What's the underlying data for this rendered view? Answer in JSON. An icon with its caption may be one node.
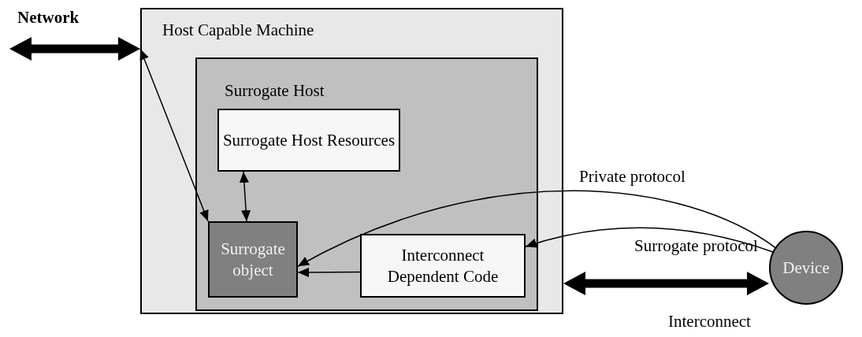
{
  "diagram": {
    "nodes": [
      {
        "text": [
          "Host Capable Machine"
        ]
      },
      {
        "text": [
          "Surrogate Host"
        ],
        "in": 0
      },
      {
        "text": [
          "Surrogate Host Resources"
        ],
        "in": 1
      },
      {
        "text": [
          "Surrogate object"
        ],
        "in": 1
      },
      {
        "text": [
          "Interconnect Dependent Code"
        ],
        "in": 1
      },
      {
        "text": [
          "Device"
        ]
      }
    ],
    "edges": [
      {
        "from": null,
        "to": 0,
        "arrow": "both",
        "style": "thick",
        "label": "Network"
      },
      {
        "from": 0,
        "to": 3,
        "arrow": "both"
      },
      {
        "from": 2,
        "to": 3,
        "arrow": "both"
      },
      {
        "from": 5,
        "to": 3,
        "arrow": "to",
        "label": "Private protocol"
      },
      {
        "from": 5,
        "to": 4,
        "arrow": "to",
        "label": "Surrogate protocol"
      },
      {
        "from": 4,
        "to": 3,
        "arrow": "to"
      },
      {
        "from": 0,
        "to": 5,
        "arrow": "both",
        "style": "thick",
        "label": "Interconnect"
      }
    ]
  }
}
